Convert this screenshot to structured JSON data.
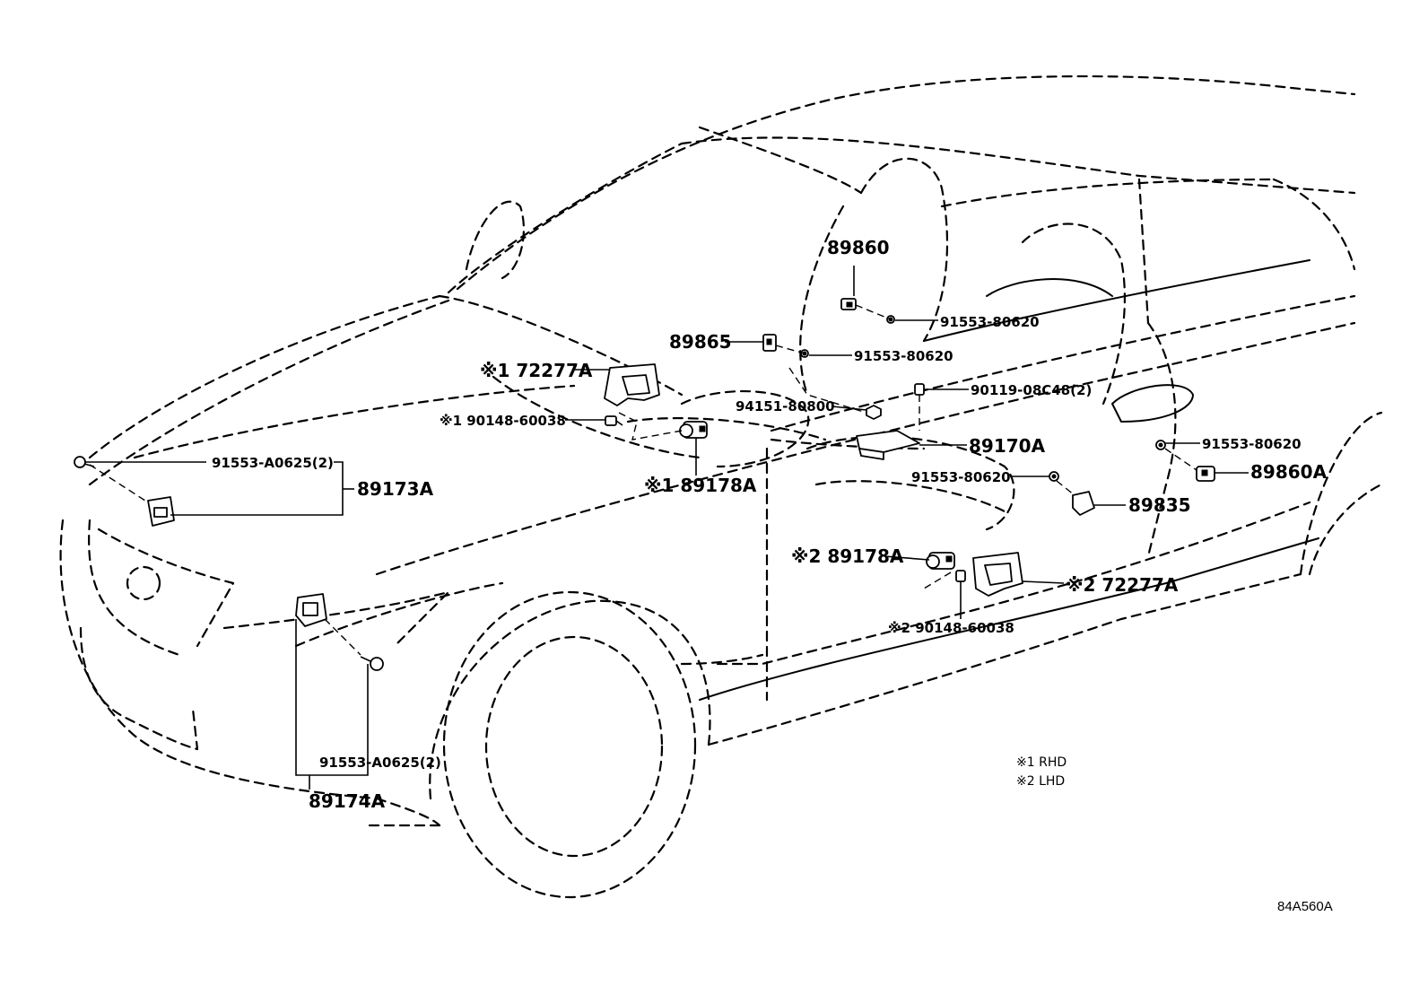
{
  "labels": {
    "p89860": "89860",
    "p89865": "89865",
    "p72277A_rhd": "※1 72277A",
    "p90148_rhd": "※1 90148-60038",
    "p94151": "94151-80800",
    "p91553_a": "91553-80620",
    "p91553_b": "91553-80620",
    "p90119": "90119-08C48(2)",
    "p91553_A0625_top": "91553-A0625(2)",
    "p89173A": "89173A",
    "p89178A_rhd": "※1 89178A",
    "p89170A": "89170A",
    "p91553_c": "91553-80620",
    "p91553_d": "91553-80620",
    "p89860A": "89860A",
    "p89835": "89835",
    "p89178A_lhd": "※2 89178A",
    "p72277A_lhd": "※2 72277A",
    "p90148_lhd": "※2 90148-60038",
    "p91553_A0625_bottom": "91553-A0625(2)",
    "p89174A": "89174A"
  },
  "legend": {
    "note1": "※1 RHD",
    "note2": "※2 LHD"
  },
  "figure_code": "84A560A"
}
